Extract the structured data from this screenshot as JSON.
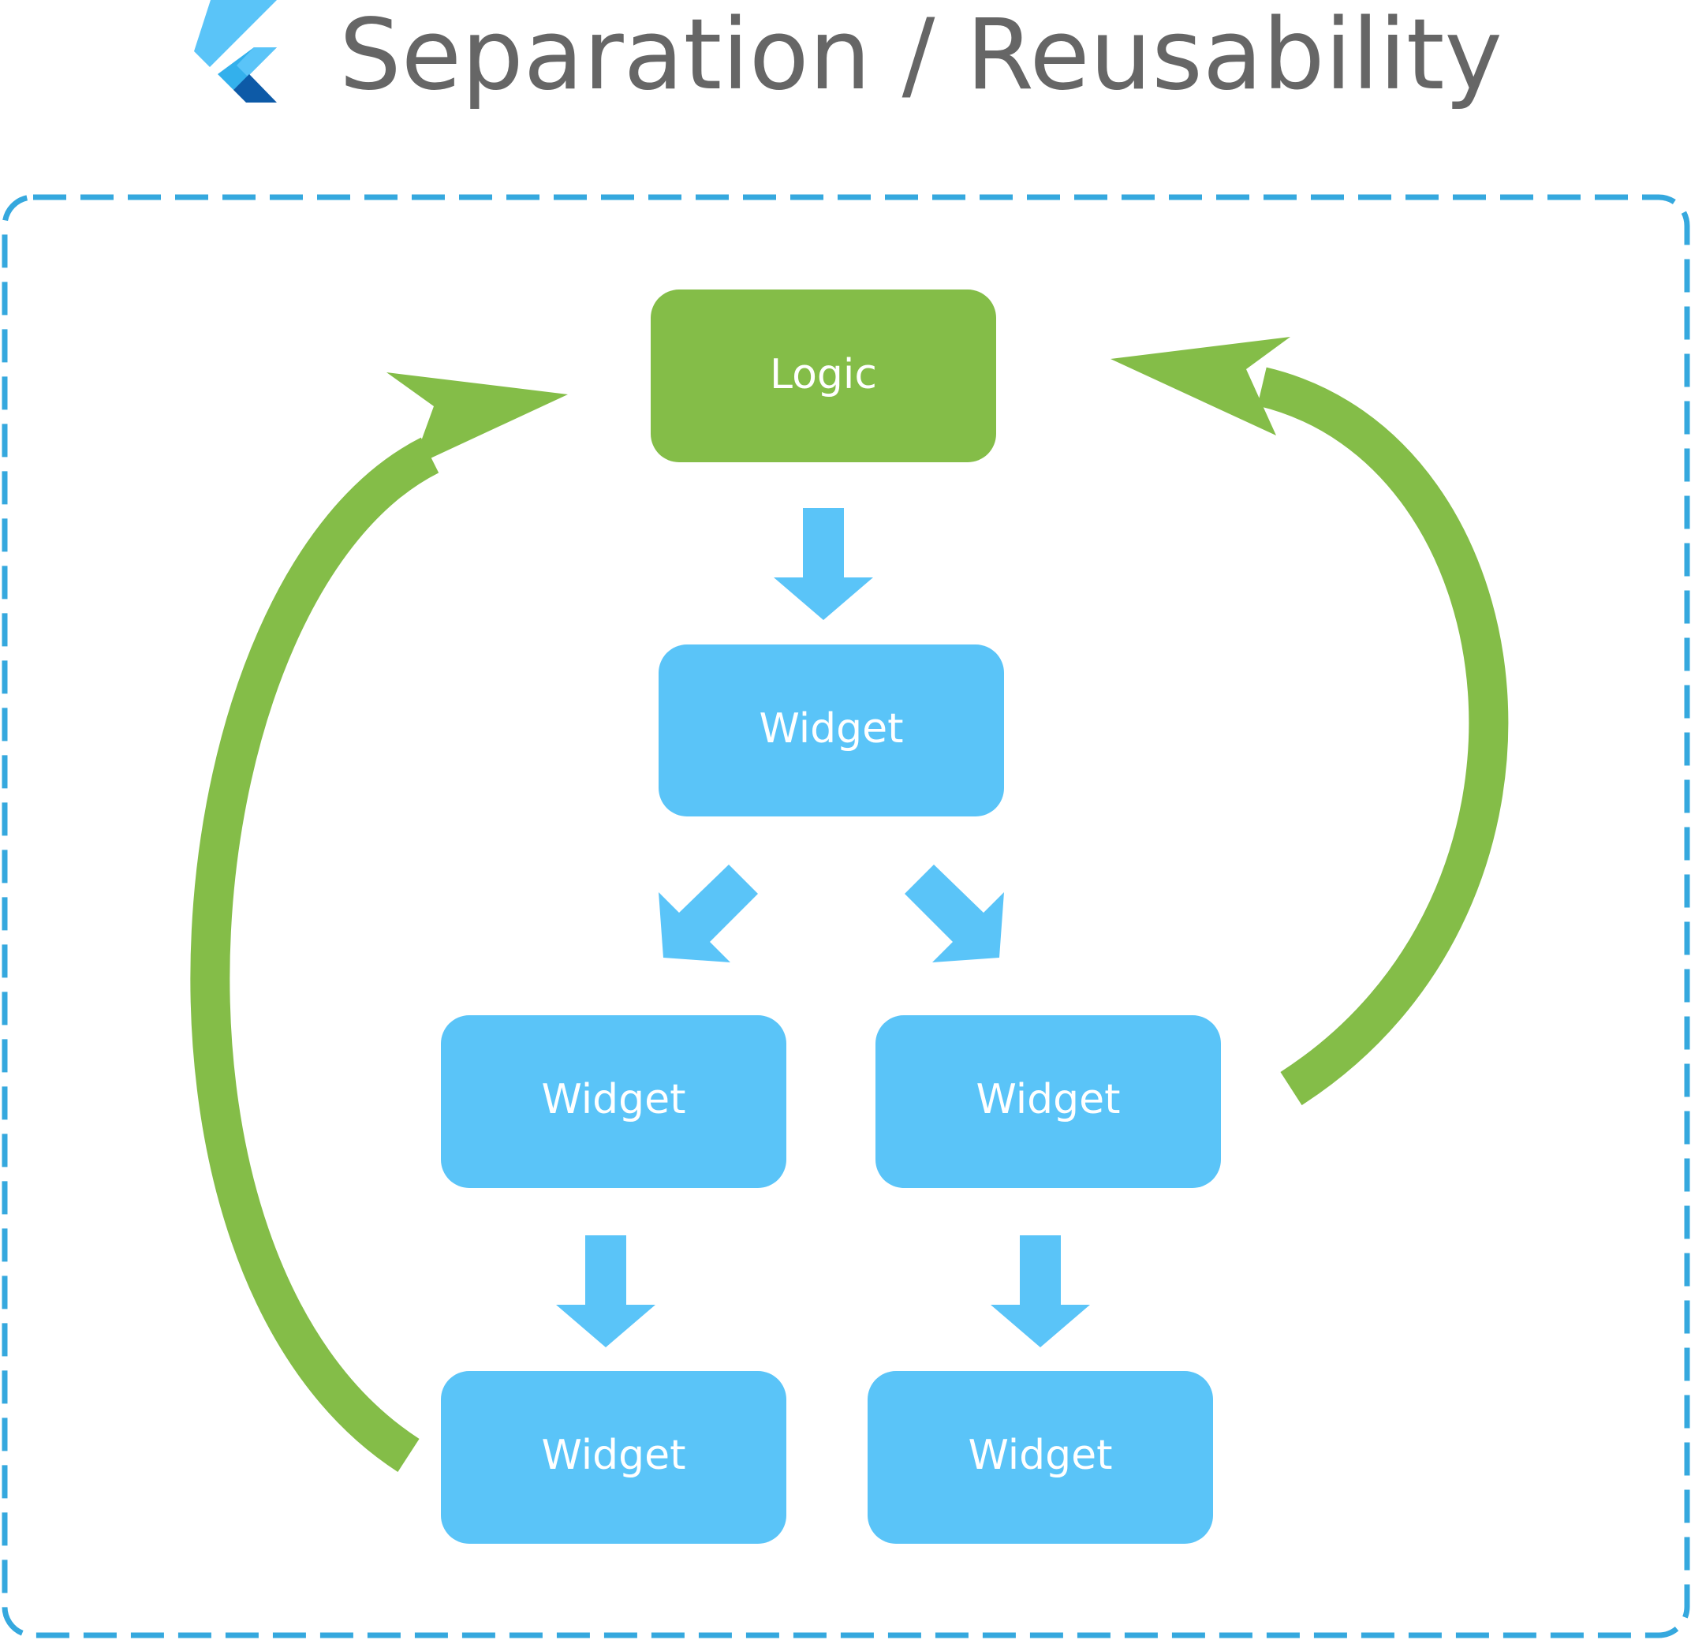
{
  "title": "Separation / Reusability",
  "logo": {
    "icon": "flutter-logo-icon"
  },
  "colors": {
    "logic": "#84bd48",
    "widget": "#5ac4f8",
    "frame": "#35a8de",
    "title": "#666666",
    "label": "#ffffff",
    "logo_light": "#5ac4f8",
    "logo_mid": "#33b0ec",
    "logo_dark": "#0d5aa7"
  },
  "nodes": {
    "logic": {
      "label": "Logic"
    },
    "widget_top": {
      "label": "Widget"
    },
    "widget_mid_left": {
      "label": "Widget"
    },
    "widget_mid_right": {
      "label": "Widget"
    },
    "widget_bottom_left": {
      "label": "Widget"
    },
    "widget_bottom_right": {
      "label": "Widget"
    }
  }
}
